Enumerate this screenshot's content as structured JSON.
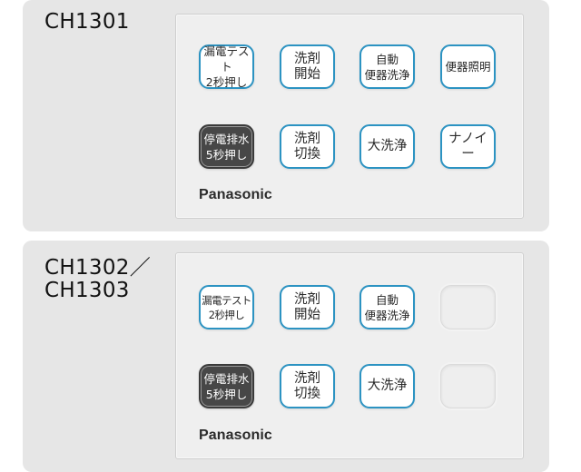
{
  "panels": [
    {
      "model": "CH1301",
      "brand": "Panasonic",
      "buttons": [
        {
          "label": "漏電テスト\n2秒押し"
        },
        {
          "label": "洗剤\n開始"
        },
        {
          "label": "自動\n便器洗浄"
        },
        {
          "label": "便器照明"
        },
        {
          "label": "停電排水\n5秒押し"
        },
        {
          "label": "洗剤\n切換"
        },
        {
          "label": "大洗浄"
        },
        {
          "label": "ナノイー"
        }
      ]
    },
    {
      "model": "CH1302／\nCH1303",
      "brand": "Panasonic",
      "buttons": [
        {
          "label": "漏電テスト\n2秒押し"
        },
        {
          "label": "洗剤\n開始"
        },
        {
          "label": "自動\n便器洗浄"
        },
        {
          "label": ""
        },
        {
          "label": "停電排水\n5秒押し"
        },
        {
          "label": "洗剤\n切換"
        },
        {
          "label": "大洗浄"
        },
        {
          "label": ""
        }
      ]
    }
  ],
  "colors": {
    "button_border": "#2c93c2",
    "dark_button": "#474747",
    "panel_bg": "#e6e6e6",
    "face_bg": "#efefef"
  }
}
